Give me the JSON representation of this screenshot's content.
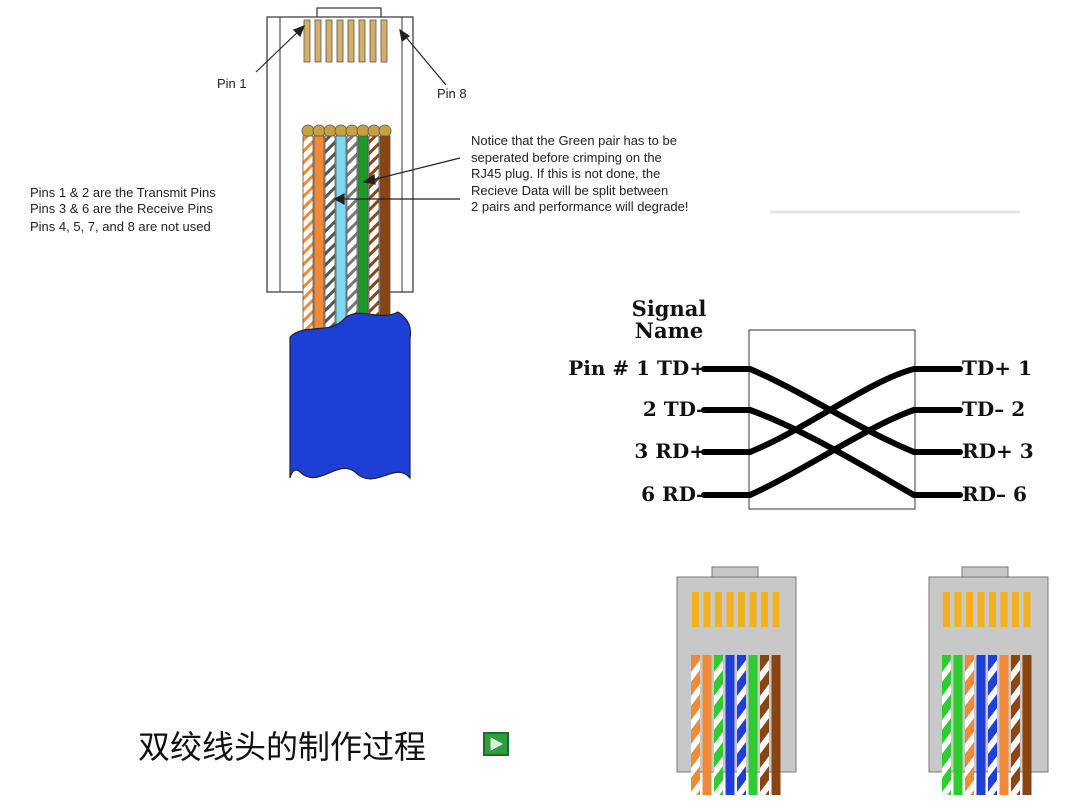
{
  "plug_diagram": {
    "pin1_label": "Pin 1",
    "pin8_label": "Pin 8",
    "pin_notes": [
      "Pins 1 & 2 are the Transmit Pins",
      "Pins 3 & 6 are the Receive Pins",
      "Pins 4, 5, 7, and 8 are not used"
    ],
    "notice_lines": [
      "Notice that the Green pair has to be",
      "seperated before crimping on the",
      "RJ45 plug. If this is not done, the",
      "Recieve Data will be split between",
      "2 pairs and performance will degrade!"
    ],
    "colors": {
      "cable_blue": "#1e3fd6",
      "orange": "#f08a36",
      "light_blue": "#7fd8ee",
      "green": "#1d9a2a",
      "brown": "#8b4513",
      "copper": "#c8a040"
    }
  },
  "crossover": {
    "signal_header": [
      "Signal",
      "Name"
    ],
    "left": [
      {
        "pin": "Pin # 1",
        "signal": "TD+"
      },
      {
        "pin": "2",
        "signal": "TD–"
      },
      {
        "pin": "3",
        "signal": "RD+"
      },
      {
        "pin": "6",
        "signal": "RD–"
      }
    ],
    "right": [
      {
        "signal": "TD+",
        "pin": "1"
      },
      {
        "signal": "TD–",
        "pin": "2"
      },
      {
        "signal": "RD+",
        "pin": "3"
      },
      {
        "signal": "RD–",
        "pin": "6"
      }
    ]
  },
  "caption": {
    "text": "双绞线头的制作过程",
    "play_icon": "play-icon"
  },
  "connectors": {
    "gold": "#f2b01c",
    "body": "#c8c8c8",
    "left_wires": [
      "#f08a36",
      "#f08a36",
      "#2ecc2e",
      "#1f3fd6",
      "#1f3fd6",
      "#2ecc2e",
      "#8b4513",
      "#8b4513"
    ],
    "right_wires": [
      "#2ecc2e",
      "#2ecc2e",
      "#f08a36",
      "#1f3fd6",
      "#1f3fd6",
      "#f08a36",
      "#8b4513",
      "#8b4513"
    ]
  }
}
